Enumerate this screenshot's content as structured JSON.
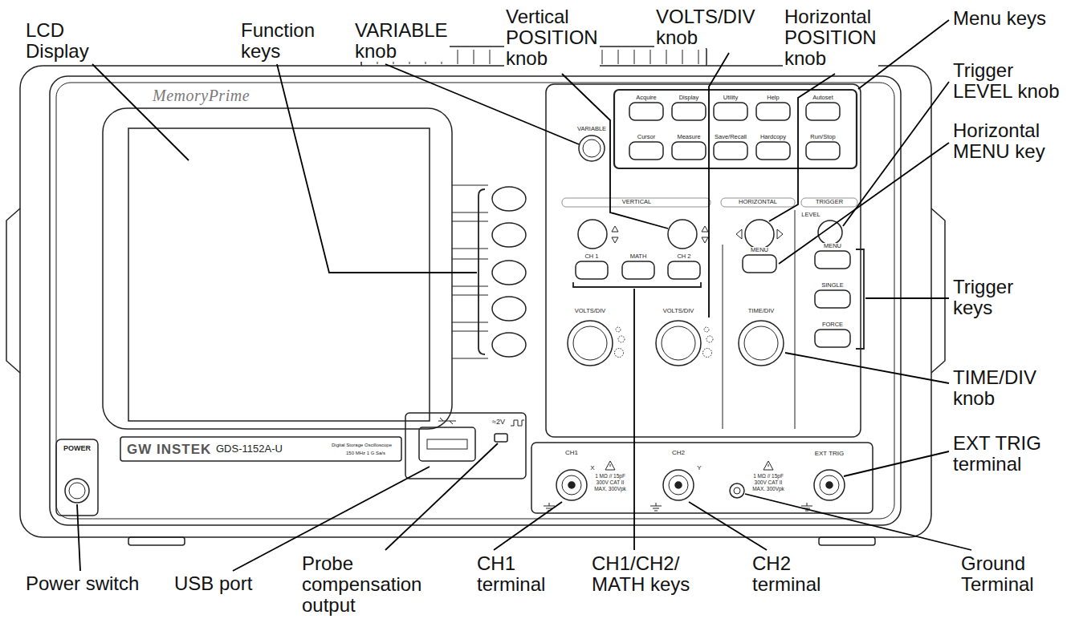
{
  "diagram": {
    "labels": [
      "LCD Display",
      "Function keys",
      "VARIABLE knob",
      "Vertical POSITION knob",
      "VOLTS/DIV knob",
      "Horizontal POSITION knob",
      "Menu keys",
      "Trigger LEVEL knob",
      "Horizontal MENU key",
      "Trigger keys",
      "TIME/DIV knob",
      "EXT TRIG terminal",
      "Power switch",
      "USB port",
      "Probe compensation output",
      "CH1 terminal",
      "CH1/CH2/ MATH keys",
      "CH2 terminal",
      "Ground Terminal",
      "MemoryPrime",
      "VARIABLE",
      "Acquire",
      "Display",
      "Utility",
      "Help",
      "Autoset",
      "Cursor",
      "Measure",
      "Save/Recall",
      "Hardcopy",
      "Run/Stop",
      "VERTICAL",
      "HORIZONTAL",
      "TRIGGER",
      "LEVEL",
      "CH 1",
      "MATH",
      "CH 2",
      "MENU",
      "MENU",
      "SINGLE",
      "FORCE",
      "VOLTS/DIV",
      "VOLTS/DIV",
      "TIME/DIV",
      "POWER",
      "GW INSTEK",
      "GDS-1152A-U",
      "Digital Storage Oscilloscope",
      "150 MHz 1 G Sa/s",
      "≈2V",
      "CH1",
      "X",
      "1 MΩ // 15pF",
      "300V CAT II",
      "MAX. 300Vpk",
      "CH2",
      "Y",
      "1 MΩ // 15pF",
      "300V CAT II",
      "MAX. 300Vpk",
      "EXT TRIG"
    ]
  }
}
